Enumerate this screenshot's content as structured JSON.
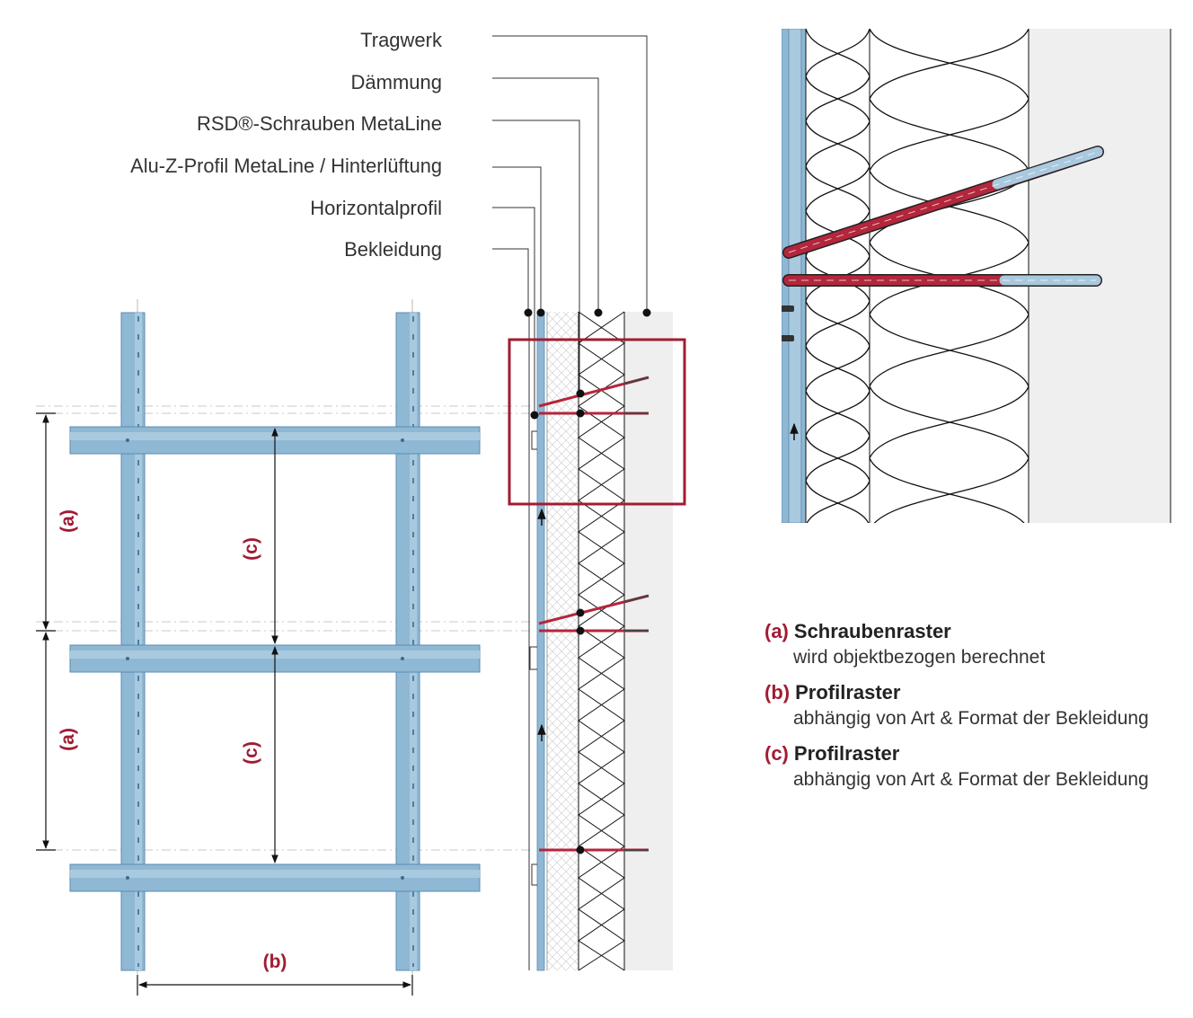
{
  "labels": [
    "Tragwerk",
    "Dämmung",
    "RSD®-Schrauben MetaLine",
    "Alu-Z-Profil MetaLine / Hinterlüftung",
    "Horizontalprofil",
    "Bekleidung"
  ],
  "dimensions": {
    "a": "(a)",
    "b": "(b)",
    "c": "(c)"
  },
  "legend": [
    {
      "key": "(a)",
      "title": "Schraubenraster",
      "desc": "wird objektbezogen berechnet"
    },
    {
      "key": "(b)",
      "title": "Profilraster",
      "desc": "abhängig von Art & Format der Bekleidung"
    },
    {
      "key": "(c)",
      "title": "Profilraster",
      "desc": "abhängig von Art & Format der Bekleidung"
    }
  ],
  "colors": {
    "profile": "#8fb8d4",
    "profile_dark": "#5b8cb0",
    "screw": "#b3263c",
    "accent": "#a01c33",
    "wall": "#efefef",
    "line": "#111111"
  }
}
